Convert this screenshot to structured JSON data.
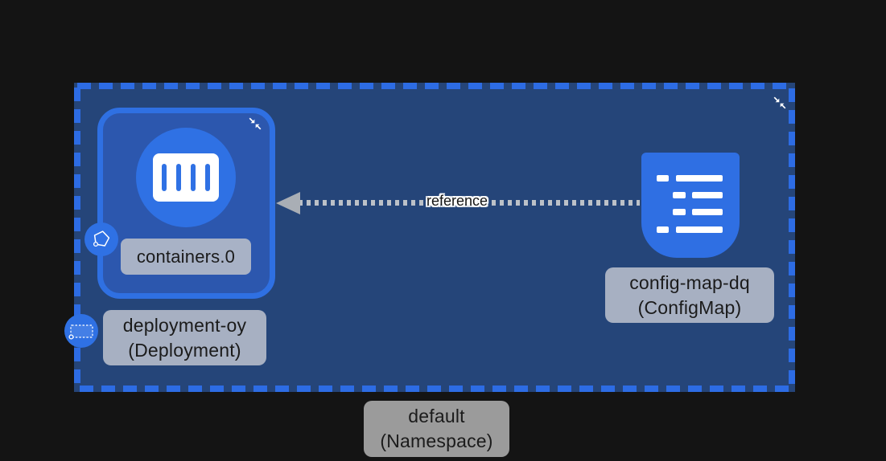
{
  "namespace": {
    "name": "default",
    "kind": "(Namespace)"
  },
  "deployment": {
    "name": "deployment-oy",
    "kind": "(Deployment)"
  },
  "container": {
    "label": "containers.0"
  },
  "configmap": {
    "name": "config-map-dq",
    "kind": "(ConfigMap)"
  },
  "edge": {
    "label": "reference"
  },
  "icons": {
    "deployment_collapse": "collapse-arrows-icon",
    "namespace_collapse": "collapse-arrows-icon",
    "container_node": "container-icon",
    "pod_badge": "pod-pentagon-icon",
    "deployment_badge": "deployment-dashed-rect-icon",
    "configmap_node": "configmap-list-icon"
  },
  "colors": {
    "canvas_background": "#141414",
    "namespace_fill": "#254579",
    "namespace_border": "#2d6ce4",
    "deployment_fill": "#2c57ae",
    "node_blue": "#2f71e4",
    "label_bg": "#a8b2c6",
    "namespace_label_bg": "#9b9b9b",
    "label_text": "#1b1b1b",
    "edge_dots": "#bcc1c8",
    "edge_arrow": "#a9aeb5"
  }
}
